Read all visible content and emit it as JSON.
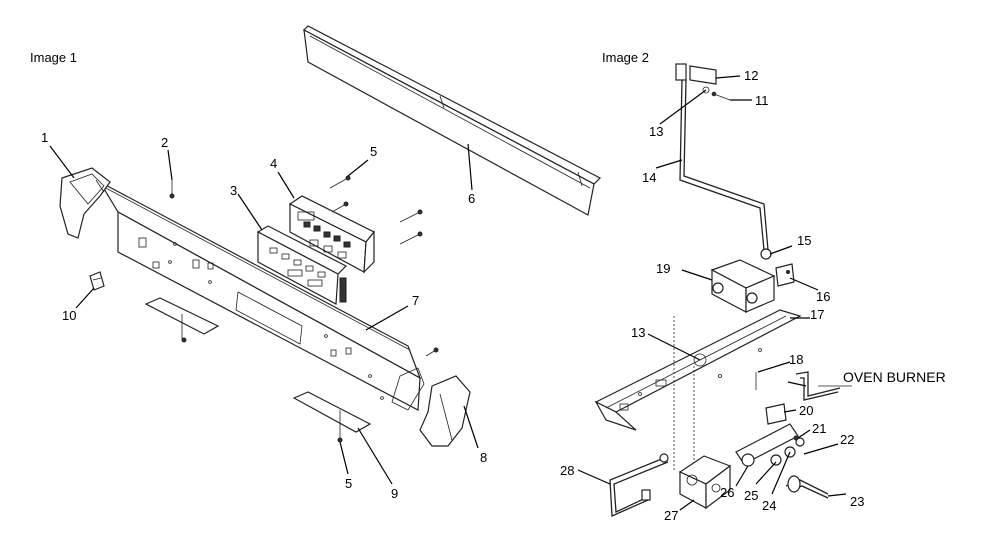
{
  "titles": {
    "image1": "Image 1",
    "image2": "Image 2"
  },
  "labels": {
    "p1": "1",
    "p2": "2",
    "p3": "3",
    "p4": "4",
    "p5a": "5",
    "p5b": "5",
    "p6": "6",
    "p7": "7",
    "p8": "8",
    "p9": "9",
    "p10": "10",
    "p11": "11",
    "p12": "12",
    "p13a": "13",
    "p13b": "13",
    "p14": "14",
    "p15": "15",
    "p16": "16",
    "p17": "17",
    "p18": "18",
    "p19": "19",
    "p20": "20",
    "p21": "21",
    "p22": "22",
    "p23": "23",
    "p24": "24",
    "p25": "25",
    "p26": "26",
    "p27": "27",
    "p28": "28",
    "oven_burner": "OVEN BURNER"
  }
}
